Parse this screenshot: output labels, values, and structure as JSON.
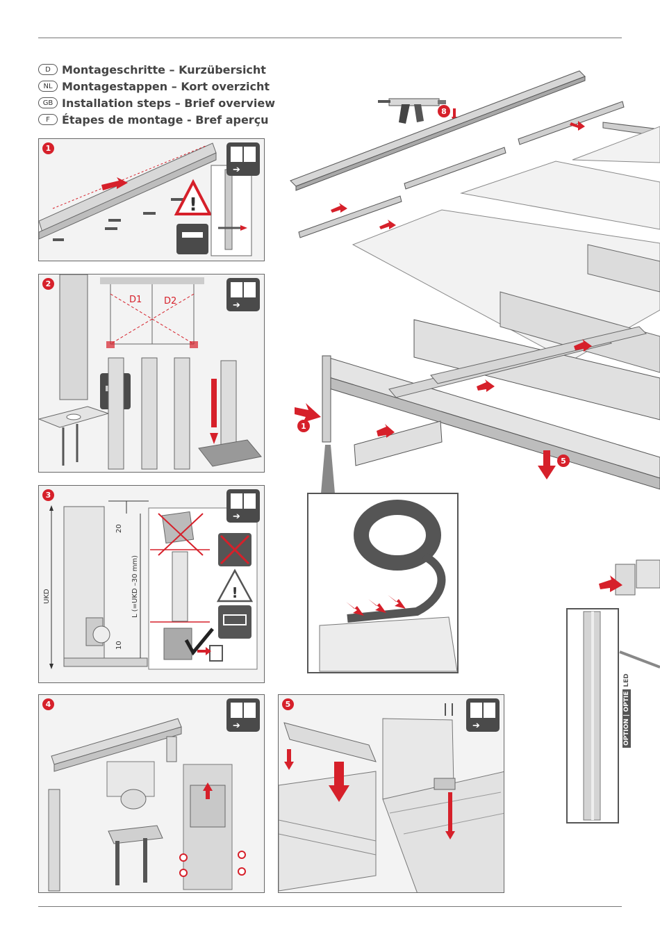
{
  "languages": [
    {
      "code": "D",
      "title": "Montageschritte – Kurzübersicht"
    },
    {
      "code": "NL",
      "title": "Montagestappen – Kort overzicht"
    },
    {
      "code": "GB",
      "title": "Installation steps – Brief overview"
    },
    {
      "code": "F",
      "title": "Étapes de montage - Bref aperçu"
    }
  ],
  "steps": [
    {
      "number": "1"
    },
    {
      "number": "2",
      "diagonal_labels": [
        "D1",
        "D2"
      ]
    },
    {
      "number": "3",
      "dimension_labels": [
        "UKD",
        "L (=UKD –30 mm)",
        "20",
        "10"
      ]
    },
    {
      "number": "4"
    },
    {
      "number": "5"
    }
  ],
  "overview_callouts": [
    "8",
    "1",
    "5"
  ],
  "option_tag": {
    "dark": "OPTION | OPTIE",
    "light": "LED"
  },
  "icons": [
    "manual-book-icon",
    "warning-triangle-icon",
    "saw-icon",
    "trash-bin-icon",
    "drill-icon",
    "caulk-gun-icon"
  ],
  "colors": {
    "accent": "#d6202a",
    "frame": "#666666",
    "panel": "#f3f3f3"
  }
}
